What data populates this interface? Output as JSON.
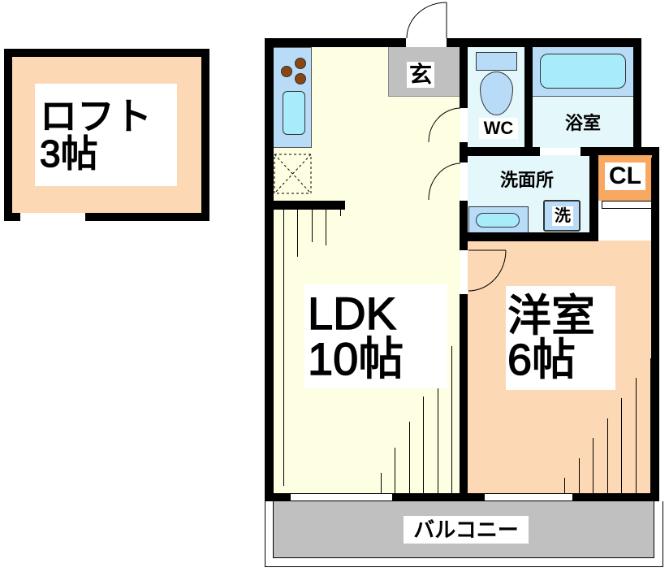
{
  "loft": {
    "name": "ロフト",
    "size": "3帖"
  },
  "rooms": {
    "ldk": {
      "name": "LDK",
      "size": "10帖"
    },
    "western": {
      "name": "洋室",
      "size": "6帖"
    },
    "entrance": "玄",
    "wc": "WC",
    "bath": "浴室",
    "washroom": "洗面所",
    "washer": "洗",
    "closet": "CL",
    "balcony": "バルコニー"
  },
  "colors": {
    "ldk": "#fefee2",
    "western": "#fcd8b4",
    "closet": "#f8a860",
    "entrance": "#c0c0c0",
    "balcony": "#c0c0c0",
    "water": "#e4f8fc",
    "fixture": "#b8dcf8"
  }
}
